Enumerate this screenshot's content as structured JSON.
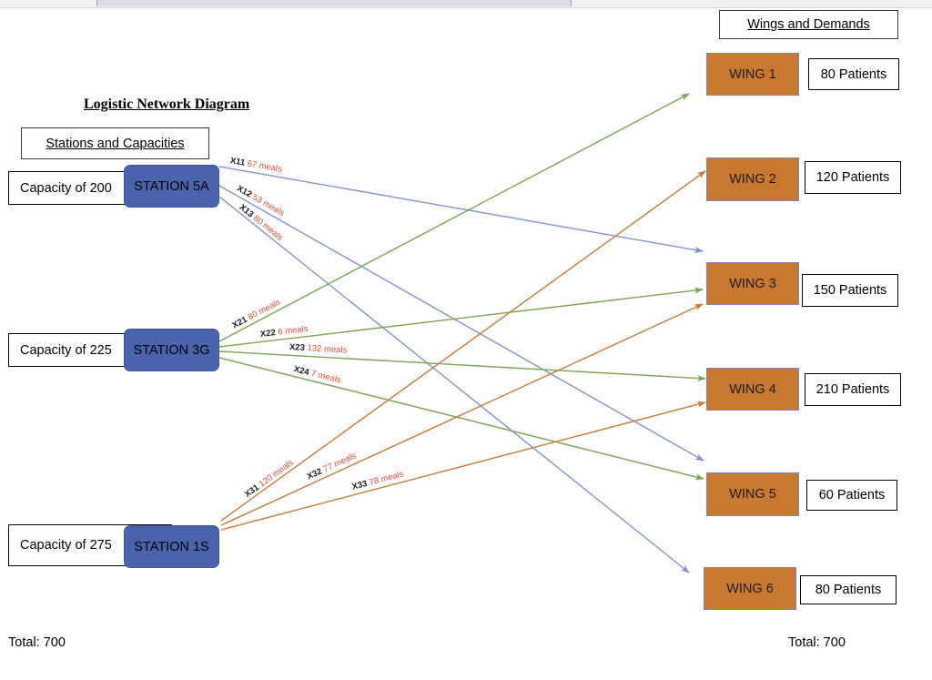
{
  "title": "Logistic Network Diagram",
  "headers": {
    "left": "Stations and Capacities",
    "right": "Wings and Demands"
  },
  "totals": {
    "left": "Total: 700",
    "right": "Total: 700"
  },
  "colors": {
    "station_fill": "#4a63ad",
    "wing_fill": "#c8792f",
    "edge_station_5a": "#7f94cd",
    "edge_station_3g": "#7aa653",
    "edge_station_1s": "#c87a38",
    "amount_text": "#e0503a"
  },
  "stations": [
    {
      "id": "5a",
      "name": "STATION 5A",
      "capacity_label": "Capacity of 200",
      "capacity": 200
    },
    {
      "id": "3g",
      "name": "STATION 3G",
      "capacity_label": "Capacity of 225",
      "capacity": 225
    },
    {
      "id": "1s",
      "name": "STATION 1S",
      "capacity_label": "Capacity of 275",
      "capacity": 275
    }
  ],
  "wings": [
    {
      "id": "w1",
      "name": "WING 1",
      "demand_label": "80 Patients",
      "demand": 80
    },
    {
      "id": "w2",
      "name": "WING 2",
      "demand_label": "120 Patients",
      "demand": 120
    },
    {
      "id": "w3",
      "name": "WING 3",
      "demand_label": "150 Patients",
      "demand": 150
    },
    {
      "id": "w4",
      "name": "WING 4",
      "demand_label": "210 Patients",
      "demand": 210
    },
    {
      "id": "w5",
      "name": "WING 5",
      "demand_label": "60 Patients",
      "demand": 60
    },
    {
      "id": "w6",
      "name": "WING 6",
      "demand_label": "80 Patients",
      "demand": 80
    }
  ],
  "chart_data": {
    "type": "diagram",
    "title": "Logistic Network Diagram",
    "nodes_left": [
      "STATION 5A",
      "STATION 3G",
      "STATION 1S"
    ],
    "nodes_right": [
      "WING 1",
      "WING 2",
      "WING 3",
      "WING 4",
      "WING 5",
      "WING 6"
    ],
    "supply": [
      200,
      225,
      275
    ],
    "demand": [
      80,
      120,
      150,
      210,
      60,
      80
    ],
    "supply_total": 700,
    "demand_total": 700,
    "unit": "meals",
    "flows": [
      {
        "var": "X11",
        "from": "STATION 5A",
        "to": "WING 3",
        "value": 67,
        "label": "67 meals",
        "color": "#7f94cd"
      },
      {
        "var": "X12",
        "from": "STATION 5A",
        "to": "WING 5",
        "value": 53,
        "label": "53 meals",
        "color": "#7f94cd"
      },
      {
        "var": "X13",
        "from": "STATION 5A",
        "to": "WING 6",
        "value": 80,
        "label": "80 meals",
        "color": "#7f94cd"
      },
      {
        "var": "X21",
        "from": "STATION 3G",
        "to": "WING 1",
        "value": 80,
        "label": "80 meals",
        "color": "#7aa653"
      },
      {
        "var": "X22",
        "from": "STATION 3G",
        "to": "WING 3",
        "value": 6,
        "label": "6 meals",
        "color": "#7aa653"
      },
      {
        "var": "X23",
        "from": "STATION 3G",
        "to": "WING 4",
        "value": 132,
        "label": "132 meals",
        "color": "#7aa653"
      },
      {
        "var": "X24",
        "from": "STATION 3G",
        "to": "WING 5",
        "value": 7,
        "label": "7 meals",
        "color": "#7aa653"
      },
      {
        "var": "X31",
        "from": "STATION 1S",
        "to": "WING 2",
        "value": 120,
        "label": "120 meals",
        "color": "#c87a38"
      },
      {
        "var": "X32",
        "from": "STATION 1S",
        "to": "WING 3",
        "value": 77,
        "label": "77 meals",
        "color": "#c87a38"
      },
      {
        "var": "X33",
        "from": "STATION 1S",
        "to": "WING 4",
        "value": 78,
        "label": "78 meals",
        "color": "#c87a38"
      }
    ]
  }
}
